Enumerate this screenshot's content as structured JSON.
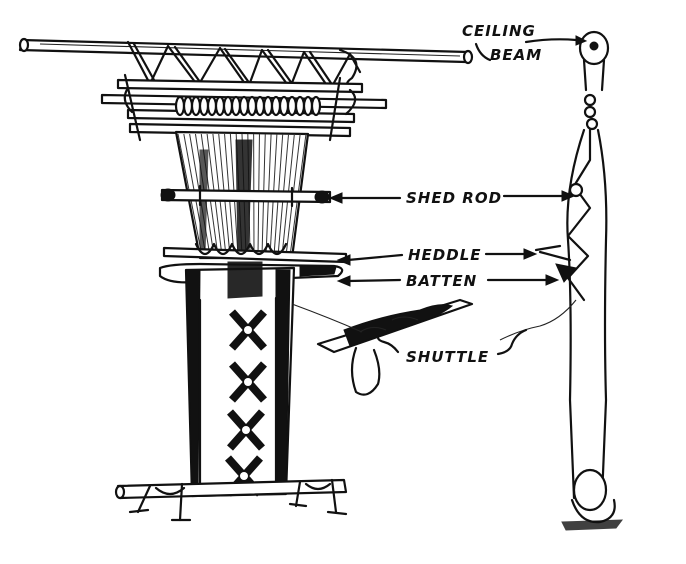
{
  "diagram": {
    "labels": {
      "ceiling_beam_line1": "CEILING",
      "ceiling_beam_line2": "BEAM",
      "shed_rod": "SHED ROD",
      "heddle": "HEDDLE",
      "batten": "BATTEN",
      "shuttle": "SHUTTLE"
    }
  }
}
